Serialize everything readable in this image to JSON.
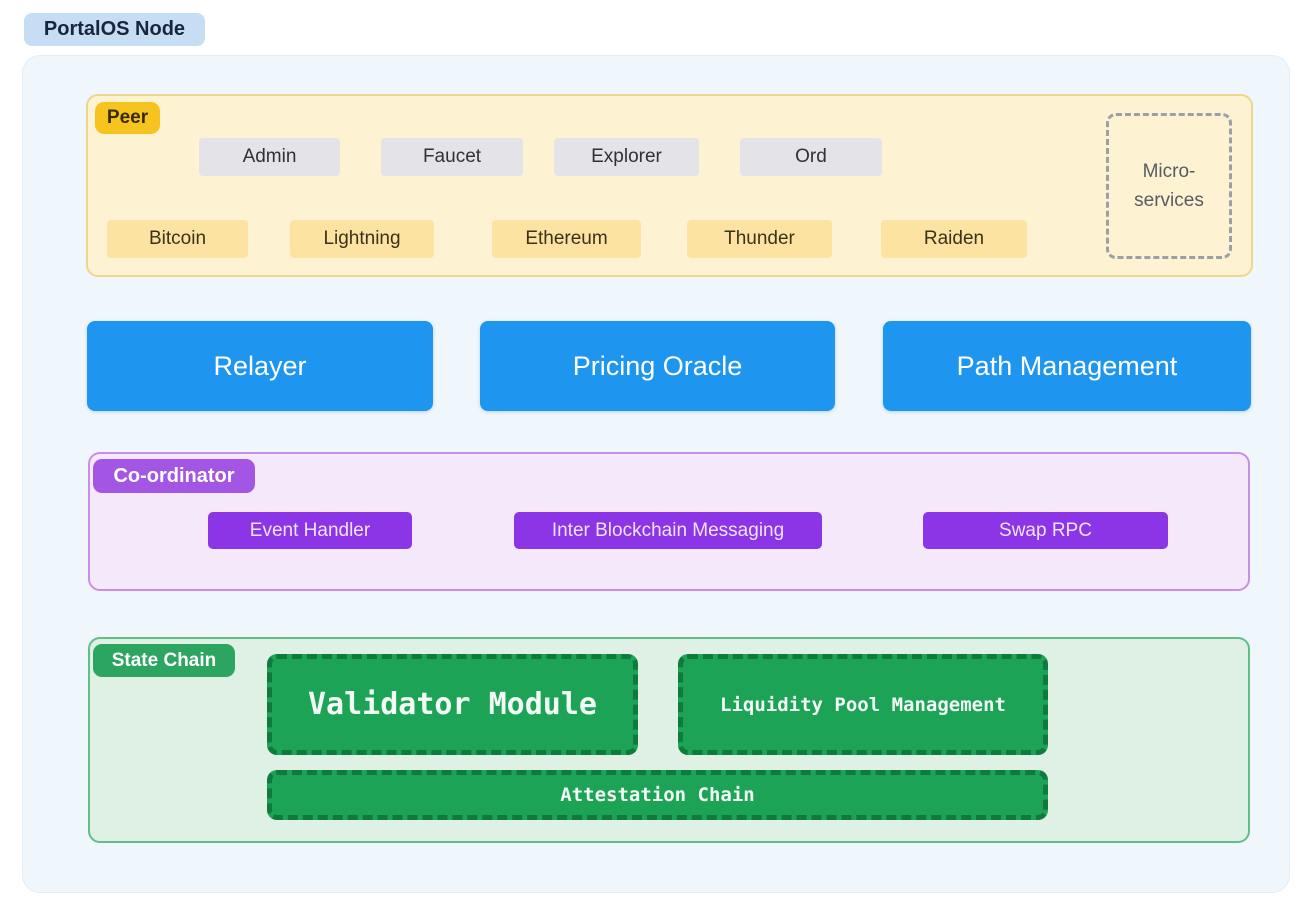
{
  "title": "PortalOS Node",
  "peer": {
    "badge": "Peer",
    "services": [
      "Admin",
      "Faucet",
      "Explorer",
      "Ord"
    ],
    "chains": [
      "Bitcoin",
      "Lightning",
      "Ethereum",
      "Thunder",
      "Raiden"
    ],
    "microservices_line1": "Micro-",
    "microservices_line2": "services"
  },
  "modules": [
    "Relayer",
    "Pricing Oracle",
    "Path Management"
  ],
  "coordinator": {
    "badge": "Co-ordinator",
    "items": [
      "Event Handler",
      "Inter Blockchain Messaging",
      "Swap RPC"
    ]
  },
  "state_chain": {
    "badge": "State Chain",
    "boxes": [
      "Validator Module",
      "Liquidity Pool Management",
      "Attestation Chain"
    ]
  },
  "colors": {
    "accent_blue": "#1e96f0",
    "accent_purple": "#8b35e6",
    "accent_green": "#1ca355",
    "accent_gold": "#f7c41f",
    "badge_blue": "#c7ddf4"
  }
}
